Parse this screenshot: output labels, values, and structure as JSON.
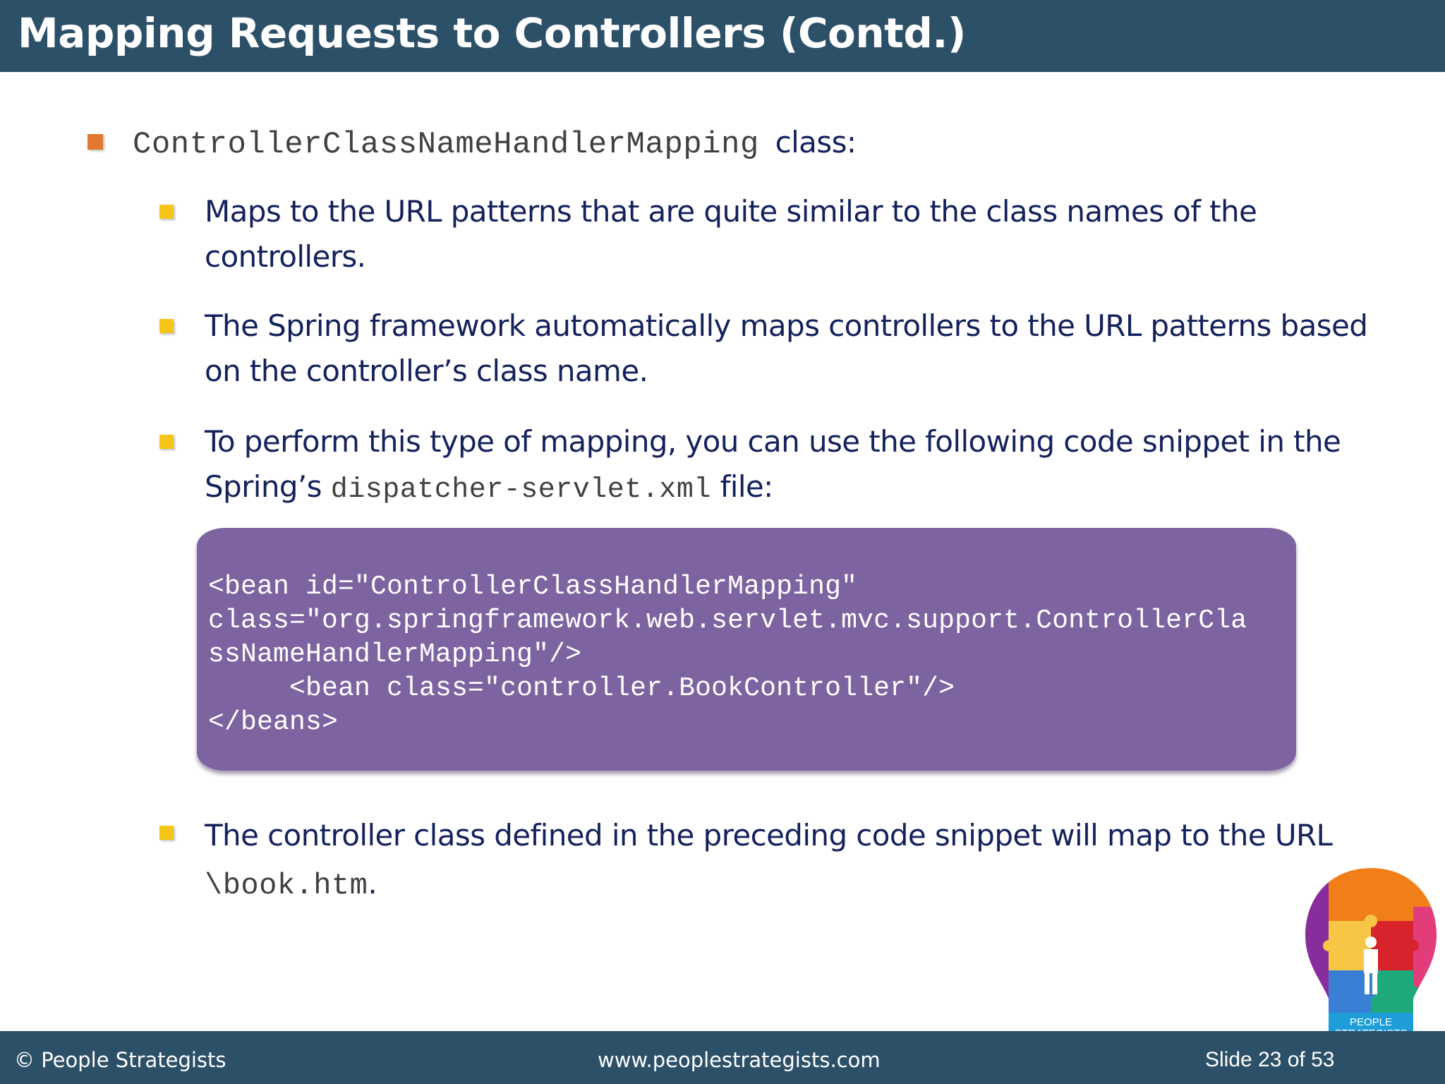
{
  "slide": {
    "title": "Mapping Requests to Controllers (Contd.)"
  },
  "content": {
    "heading_code": "ControllerClassNameHandlerMapping",
    "heading_suffix": "class:",
    "bullets": [
      {
        "line1": "Maps to the URL patterns that are quite similar to the class names of the",
        "line2": "controllers."
      },
      {
        "line1": "The Spring framework automatically maps controllers to the URL patterns based",
        "line2": "on the controller’s class name."
      },
      {
        "line1": "To perform this type of mapping, you can use the following code snippet in the",
        "line2_prefix": "Spring’s",
        "line2_code": "dispatcher-servlet.xml",
        "line2_suffix": "file:"
      },
      {
        "line1": "The controller class defined in the preceding code snippet will map to the URL",
        "line2_code": "\\book.htm",
        "line2_suffix": "."
      }
    ],
    "code_lines": [
      "<bean id=\"ControllerClassHandlerMapping\"",
      "class=\"org.springframework.web.servlet.mvc.support.ControllerCla",
      "ssNameHandlerMapping\"/>",
      "     <bean class=\"controller.BookController\"/>",
      "</beans>"
    ]
  },
  "footer": {
    "copyright": "© People Strategists",
    "website": "www.peoplestrategists.com",
    "slide_number": "Slide 23 of 53"
  },
  "logo": {
    "line1": "PEOPLE",
    "line2": "STRATEGISTS"
  },
  "colors": {
    "header_bg": "#2d5069",
    "body_text": "#14225c",
    "code_box": "#7e63a1",
    "bullet_l1": "#e0782f",
    "bullet_l2": "#f5c518"
  }
}
